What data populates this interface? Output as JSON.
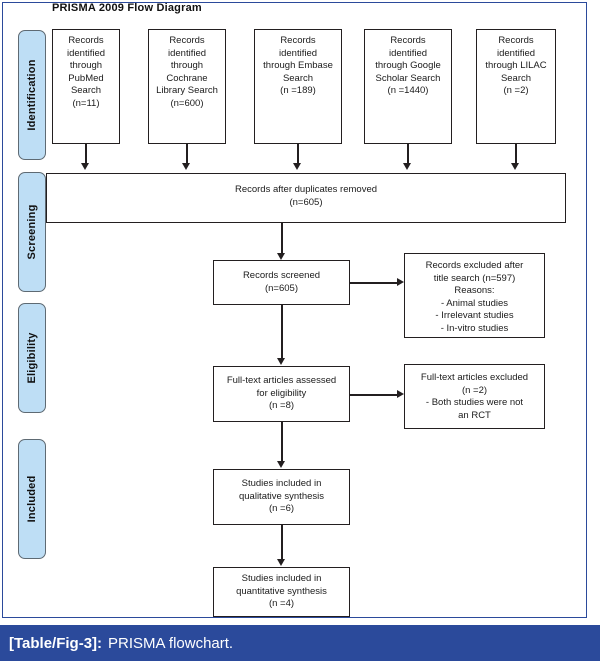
{
  "figure": {
    "diagram_title": "PRISMA 2009 Flow Diagram",
    "caption_tag": "[Table/Fig-3]:",
    "caption_text": "PRISMA flowchart.",
    "accent_color": "#2b4a9b",
    "stage_fill_color": "#bedef5",
    "box_border_color": "#231f20"
  },
  "stages": [
    {
      "label": "Identification"
    },
    {
      "label": "Screening"
    },
    {
      "label": "Eligibility"
    },
    {
      "label": "Included"
    }
  ],
  "chart_data": {
    "type": "diagram",
    "title": "PRISMA 2009 Flow Diagram",
    "sources": [
      {
        "lines": [
          "Records",
          "identified",
          "through",
          "PubMed",
          "Search",
          "(n=11)"
        ],
        "count": 11
      },
      {
        "lines": [
          "Records",
          "identified",
          "through",
          "Cochrane",
          "Library Search",
          "(n=600)"
        ],
        "count": 600
      },
      {
        "lines": [
          "Records",
          "identified",
          "through Embase",
          "Search",
          "(n =189)"
        ],
        "count": 189
      },
      {
        "lines": [
          "Records",
          "identified",
          "through Google",
          "Scholar Search",
          "(n =1440)"
        ],
        "count": 1440
      },
      {
        "lines": [
          "Records",
          "identified",
          "through LILAC",
          "Search",
          "(n =2)"
        ],
        "count": 2
      }
    ],
    "flow": [
      {
        "id": "duplicates-removed",
        "lines": [
          "Records after duplicates removed",
          "(n=605)"
        ],
        "count": 605
      },
      {
        "id": "records-screened",
        "lines": [
          "Records screened",
          "(n=605)"
        ],
        "count": 605
      },
      {
        "id": "fulltext-assessed",
        "lines": [
          "Full-text articles assessed",
          "for eligibility",
          "(n =8)"
        ],
        "count": 8
      },
      {
        "id": "qualitative-synthesis",
        "lines": [
          "Studies included in",
          "qualitative synthesis",
          "(n =6)"
        ],
        "count": 6
      },
      {
        "id": "quantitative-synthesis",
        "lines": [
          "Studies included in",
          "quantitative synthesis",
          "(n =4)"
        ],
        "count": 4
      }
    ],
    "exclusions": [
      {
        "id": "records-excluded",
        "lines": [
          "Records excluded after",
          "title search (n=597)",
          "Reasons:",
          "- Animal studies",
          "- Irrelevant studies",
          "- In-vitro studies"
        ],
        "count": 597
      },
      {
        "id": "fulltext-excluded",
        "lines": [
          "Full-text articles excluded",
          "(n =2)",
          "- Both studies were not",
          "an RCT"
        ],
        "count": 2
      }
    ]
  }
}
